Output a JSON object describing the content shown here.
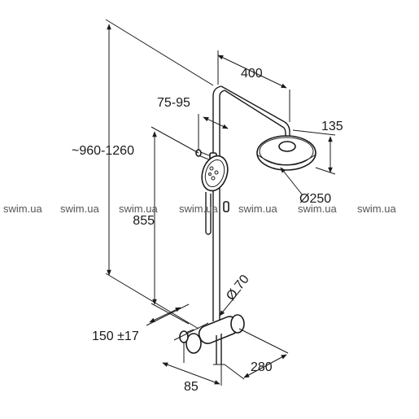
{
  "dimensions": {
    "arm_length": "400",
    "holder_range": "75-95",
    "total_height": "~960-1260",
    "head_height": "135",
    "head_diameter": "Ø250",
    "handshower_height": "855",
    "pipe_diameter": "Ø 70",
    "wall_distance": "150 ±17",
    "depth": "280",
    "mixer_width": "85"
  },
  "watermark": [
    "swim.ua",
    "swim.ua",
    "swim.ua",
    "swim.ua",
    "swim.ua",
    "swim.ua",
    "swim.ua"
  ]
}
